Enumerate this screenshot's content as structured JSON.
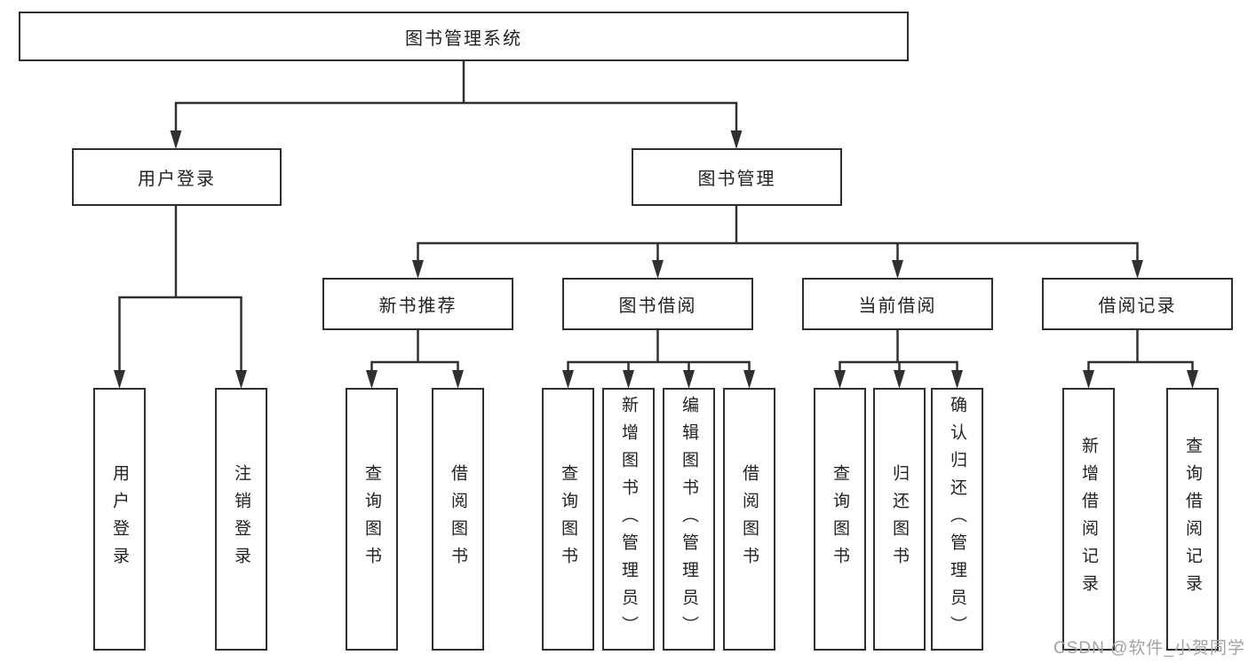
{
  "tree": {
    "label": "图书管理系统",
    "children": [
      {
        "label": "用户登录",
        "children": [
          {
            "label": "用户登录"
          },
          {
            "label": "注销登录"
          }
        ]
      },
      {
        "label": "图书管理",
        "children": [
          {
            "label": "新书推荐",
            "children": [
              {
                "label": "查询图书"
              },
              {
                "label": "借阅图书"
              }
            ]
          },
          {
            "label": "图书借阅",
            "children": [
              {
                "label": "查询图书"
              },
              {
                "label": "新增图书（管理员）"
              },
              {
                "label": "编辑图书（管理员）"
              },
              {
                "label": "借阅图书"
              }
            ]
          },
          {
            "label": "当前借阅",
            "children": [
              {
                "label": "查询图书"
              },
              {
                "label": "归还图书"
              },
              {
                "label": "确认归还（管理员）"
              }
            ]
          },
          {
            "label": "借阅记录",
            "children": [
              {
                "label": "新增借阅记录"
              },
              {
                "label": "查询借阅记录"
              }
            ]
          }
        ]
      }
    ]
  },
  "watermark": {
    "text": "CSDN @软件_小贺同学"
  },
  "colors": {
    "background": "#ffffff",
    "line": "#303030",
    "box_border": "#2e2e2e",
    "text": "#222222",
    "watermark": "#a3a3a6"
  }
}
